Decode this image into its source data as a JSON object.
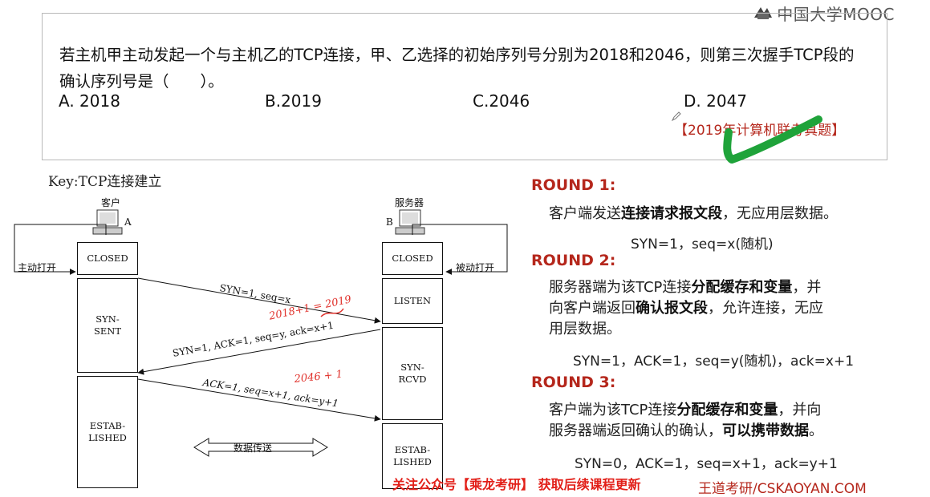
{
  "logo": {
    "text": "中国大学MOOC",
    "icon": "mooc-logo-icon"
  },
  "question": {
    "text": "若主机甲主动发起一个与主机乙的TCP连接，甲、乙选择的初始序列号分别为2018和2046，则第三次握手TCP段的确认序列号是（　　）。",
    "options": [
      "A. 2018",
      "B.2019",
      "C.2046",
      "D. 2047"
    ],
    "source_tag": "【2019年计算机联考真题】"
  },
  "diagram": {
    "key_title": "Key:TCP连接建立",
    "client_label": "客户",
    "client_letter": "A",
    "server_label": "服务器",
    "server_letter": "B",
    "client_states": [
      "CLOSED",
      "SYN-SENT",
      "ESTAB-LISHED"
    ],
    "server_states": [
      "CLOSED",
      "LISTEN",
      "SYN-RCVD",
      "ESTAB-LISHED"
    ],
    "active_open": "主动打开",
    "passive_open": "被动打开",
    "msg1": "SYN=1, seq=x",
    "msg2": "SYN=1, ACK=1, seq=y, ack=x+1",
    "msg3": "ACK=1, seq=x+1, ack=y+1",
    "data_transfer": "数据传送",
    "annotation1": "2018+1 = 2019",
    "annotation2": "2046 + 1"
  },
  "rounds": [
    {
      "title": "ROUND 1:",
      "desc_parts": [
        "客户端发送",
        "连接请求报文段",
        "，无应用层数据。"
      ],
      "format": "SYN=1，seq=x(随机)"
    },
    {
      "title": "ROUND 2:",
      "desc_parts": [
        "服务器端为该TCP连接",
        "分配缓存和变量",
        "，并",
        "向客户端返回",
        "确认报文段",
        "，允许连接，无应",
        "用层数据。"
      ],
      "format": "SYN=1，ACK=1，seq=y(随机)，ack=x+1"
    },
    {
      "title": "ROUND 3:",
      "desc_parts": [
        "客户端为该TCP连接",
        "分配缓存和变量",
        "，并向",
        "服务器端返回确认的确认，",
        "可以携带数据",
        "。"
      ],
      "format": "SYN=0，ACK=1，seq=x+1，ack=y+1"
    }
  ],
  "footer": {
    "promo": "关注公众号【乘龙考研】 获取后续课程更新",
    "brand": "王道考研/CSKAOYAN.COM"
  },
  "colors": {
    "accent_red": "#b5271c",
    "footer_red": "#e21f18",
    "annotation_red": "#e0302a",
    "check_green": "#1fa33a"
  }
}
